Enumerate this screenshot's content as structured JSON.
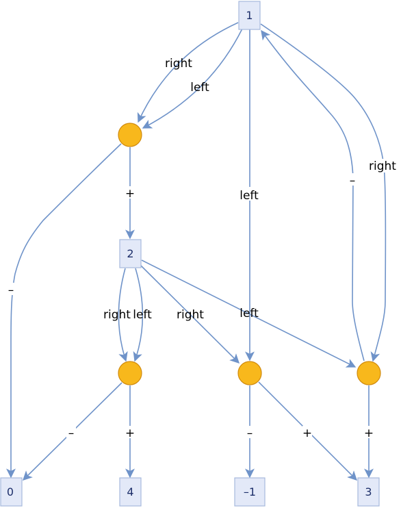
{
  "nodes": {
    "n1": "1",
    "n2": "2",
    "n0": "0",
    "n4": "4",
    "nm1": "–1",
    "n3": "3"
  },
  "edges": {
    "root_to_c1_right": "right",
    "c1_to_root_left": "left",
    "root_to_c3_left": "left",
    "c4_to_root": "–",
    "root_to_c4_right": "right",
    "c1_to_n2": "+",
    "c1_to_n0": "–",
    "n2_to_c2_right": "right",
    "n2_to_c2_left": "left",
    "n2_to_c3_right": "right",
    "n2_to_c4_left": "left",
    "c2_to_n0": "–",
    "c2_to_n4": "+",
    "c3_to_nm1": "–",
    "c3_to_n3": "+",
    "c4_to_n3": "+"
  },
  "colors": {
    "edge": "#6f93c9",
    "box_fill": "#e3e9f8",
    "box_stroke": "#a7b9dd",
    "circle_fill": "#f8b81c",
    "circle_stroke": "#d08a0e"
  }
}
